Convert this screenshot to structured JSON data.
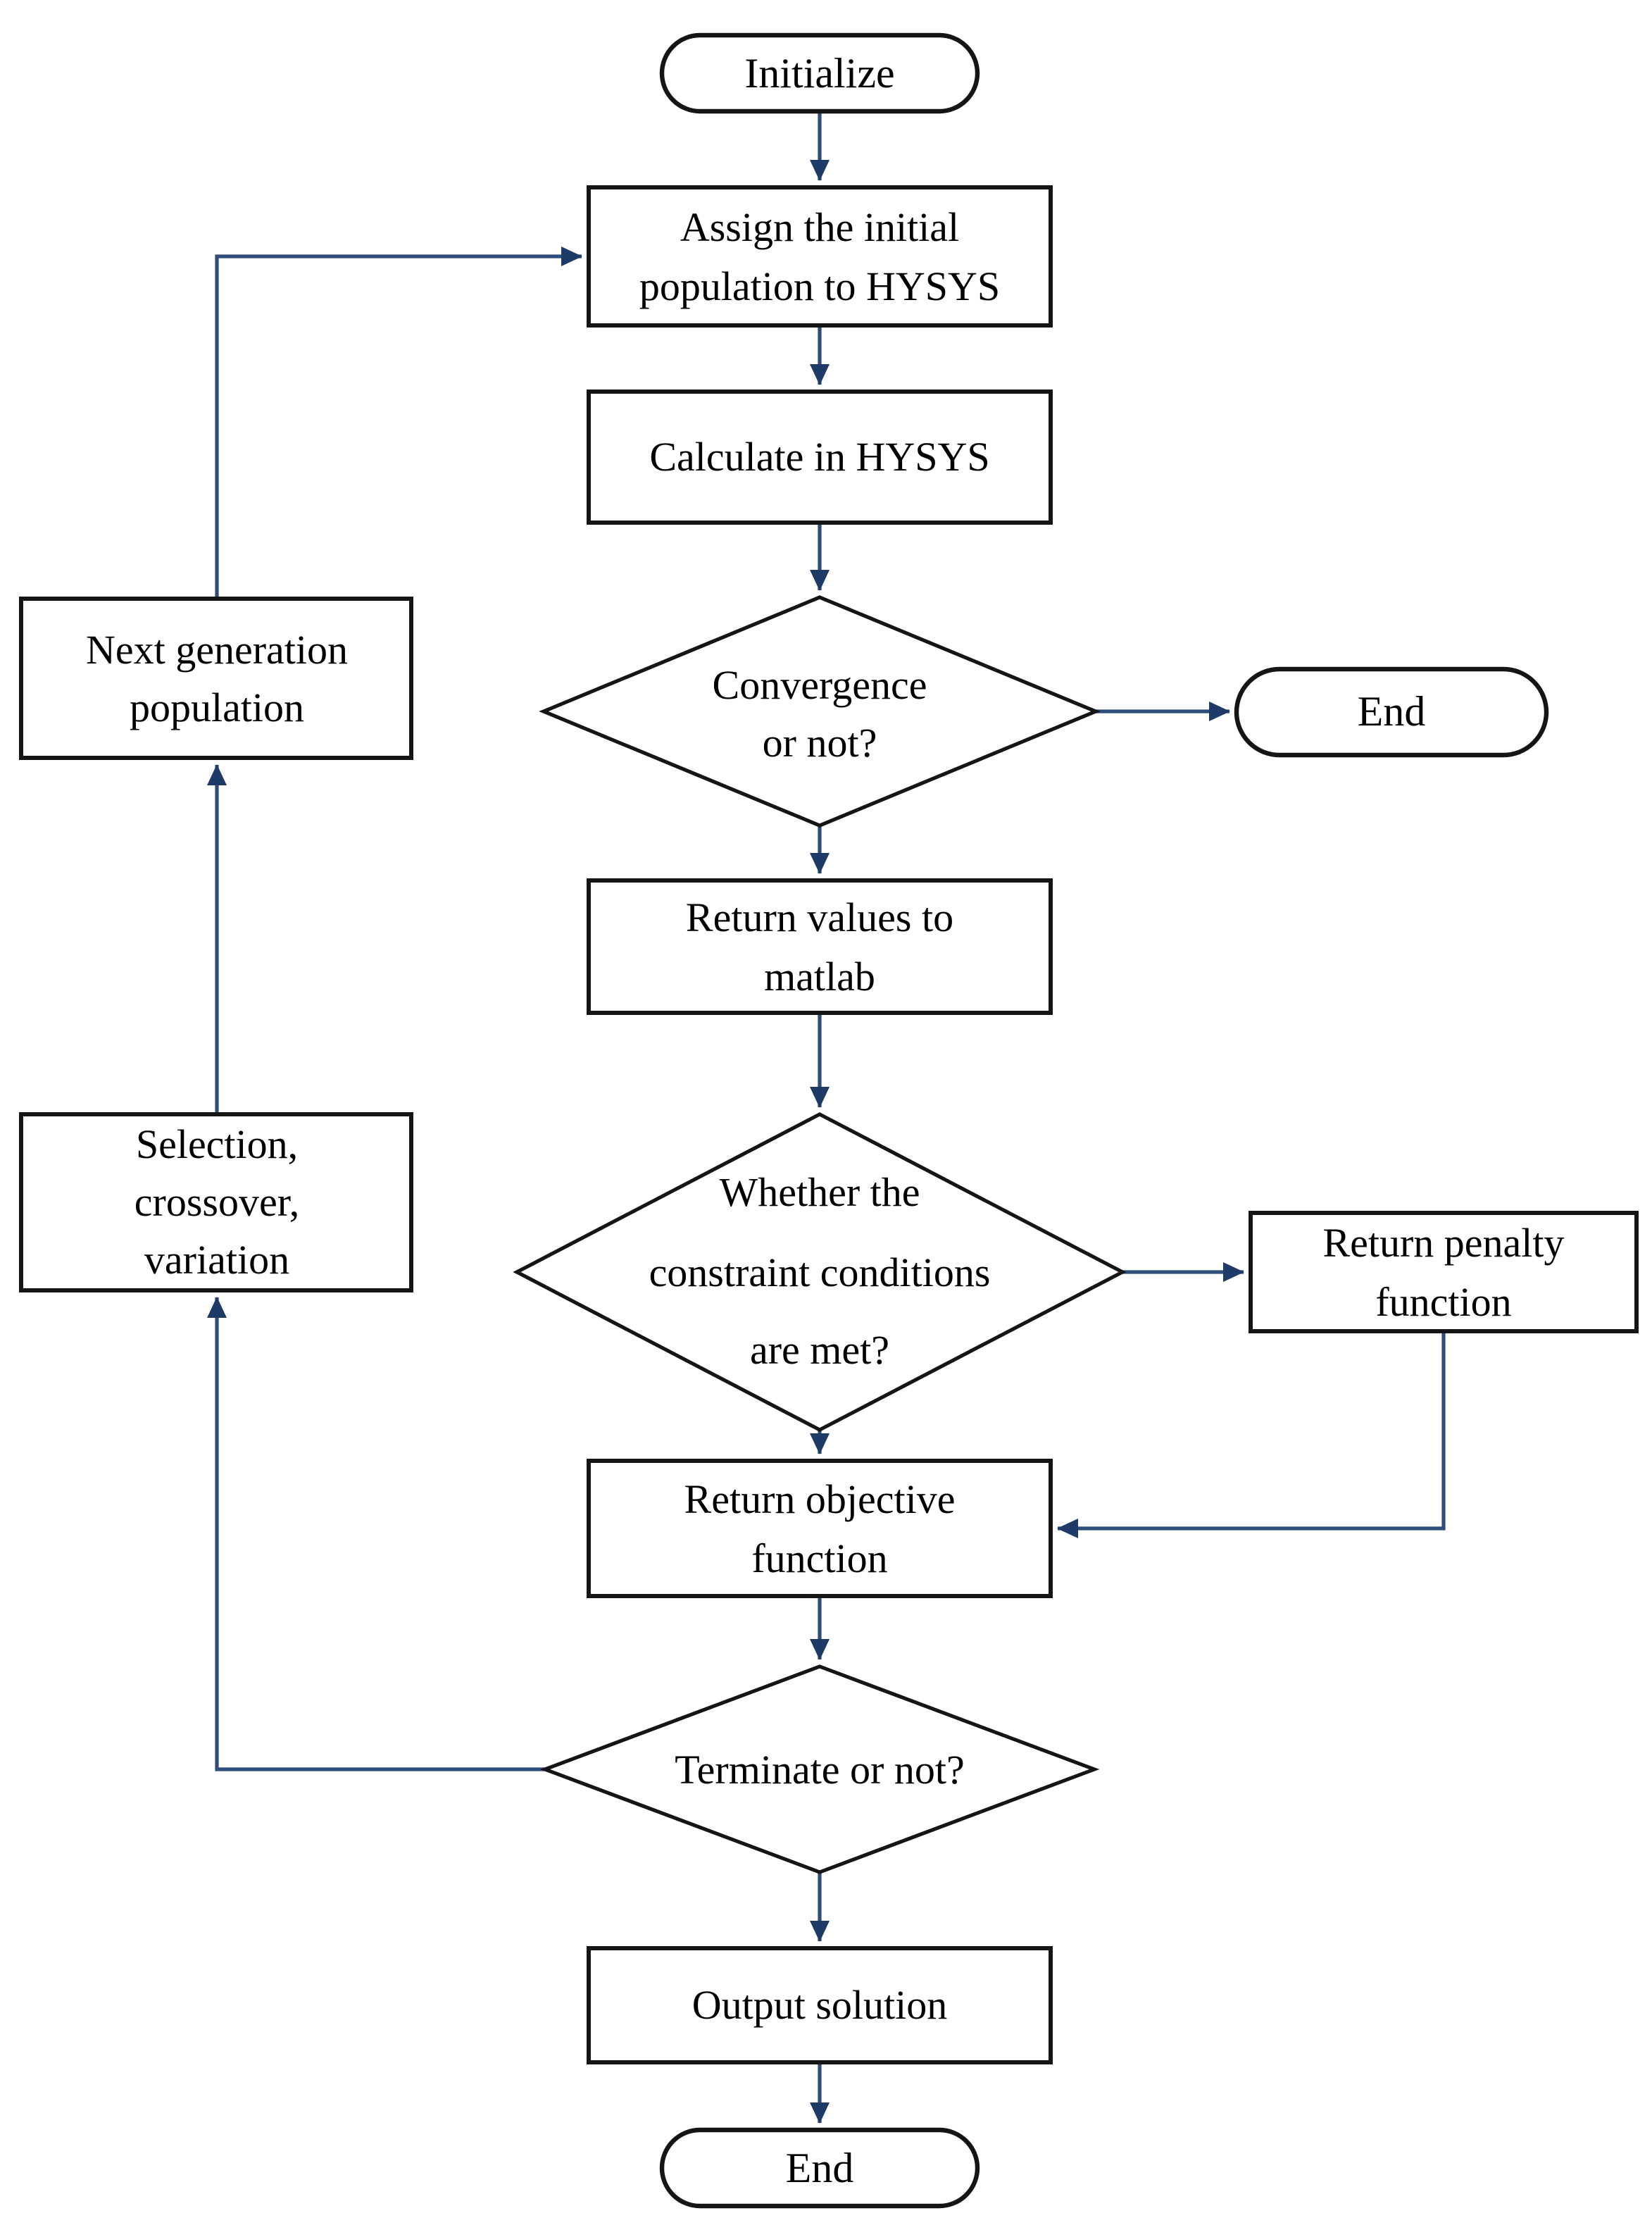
{
  "diagram": {
    "type": "flowchart",
    "description": "Genetic-algorithm optimization loop coupling MATLAB and HYSYS",
    "colors": {
      "background": "#ffffff",
      "arrow": "#2e4d7c",
      "arrowhead": "#1e3a66",
      "shape_border": "#151515",
      "shape_fill": "#ffffff",
      "text": "#000000"
    },
    "nodes": {
      "initialize": {
        "shape": "stadium",
        "lines": [
          "Initialize"
        ]
      },
      "assign": {
        "shape": "rect",
        "lines": [
          "Assign the initial",
          "population to HYSYS"
        ]
      },
      "calculate": {
        "shape": "rect",
        "lines": [
          "Calculate in HYSYS"
        ]
      },
      "convergence": {
        "shape": "diamond",
        "lines": [
          "Convergence",
          "or not?"
        ]
      },
      "end_right": {
        "shape": "stadium",
        "lines": [
          "End"
        ]
      },
      "return_values": {
        "shape": "rect",
        "lines": [
          "Return values to",
          "matlab"
        ]
      },
      "next_generation": {
        "shape": "rect",
        "lines": [
          "Next generation",
          "population"
        ]
      },
      "constraint": {
        "shape": "diamond",
        "lines": [
          "Whether the",
          "constraint conditions",
          "are met?"
        ]
      },
      "return_penalty": {
        "shape": "rect",
        "lines": [
          "Return penalty",
          "function"
        ]
      },
      "selection": {
        "shape": "rect",
        "lines": [
          "Selection,",
          "crossover,",
          "variation"
        ]
      },
      "return_objective": {
        "shape": "rect",
        "lines": [
          "Return objective",
          "function"
        ]
      },
      "terminate": {
        "shape": "diamond",
        "lines": [
          "Terminate or not?"
        ]
      },
      "output_solution": {
        "shape": "rect",
        "lines": [
          "Output solution"
        ]
      },
      "end_bottom": {
        "shape": "stadium",
        "lines": [
          "End"
        ]
      }
    },
    "edges": [
      {
        "from": "initialize",
        "to": "assign"
      },
      {
        "from": "assign",
        "to": "calculate"
      },
      {
        "from": "calculate",
        "to": "convergence"
      },
      {
        "from": "convergence",
        "to": "end_right"
      },
      {
        "from": "convergence",
        "to": "return_values"
      },
      {
        "from": "return_values",
        "to": "constraint"
      },
      {
        "from": "constraint",
        "to": "return_penalty"
      },
      {
        "from": "constraint",
        "to": "return_objective"
      },
      {
        "from": "return_penalty",
        "to": "return_objective"
      },
      {
        "from": "return_objective",
        "to": "terminate"
      },
      {
        "from": "terminate",
        "to": "output_solution"
      },
      {
        "from": "terminate",
        "to": "selection"
      },
      {
        "from": "selection",
        "to": "next_generation"
      },
      {
        "from": "next_generation",
        "to": "assign"
      },
      {
        "from": "output_solution",
        "to": "end_bottom"
      }
    ]
  }
}
